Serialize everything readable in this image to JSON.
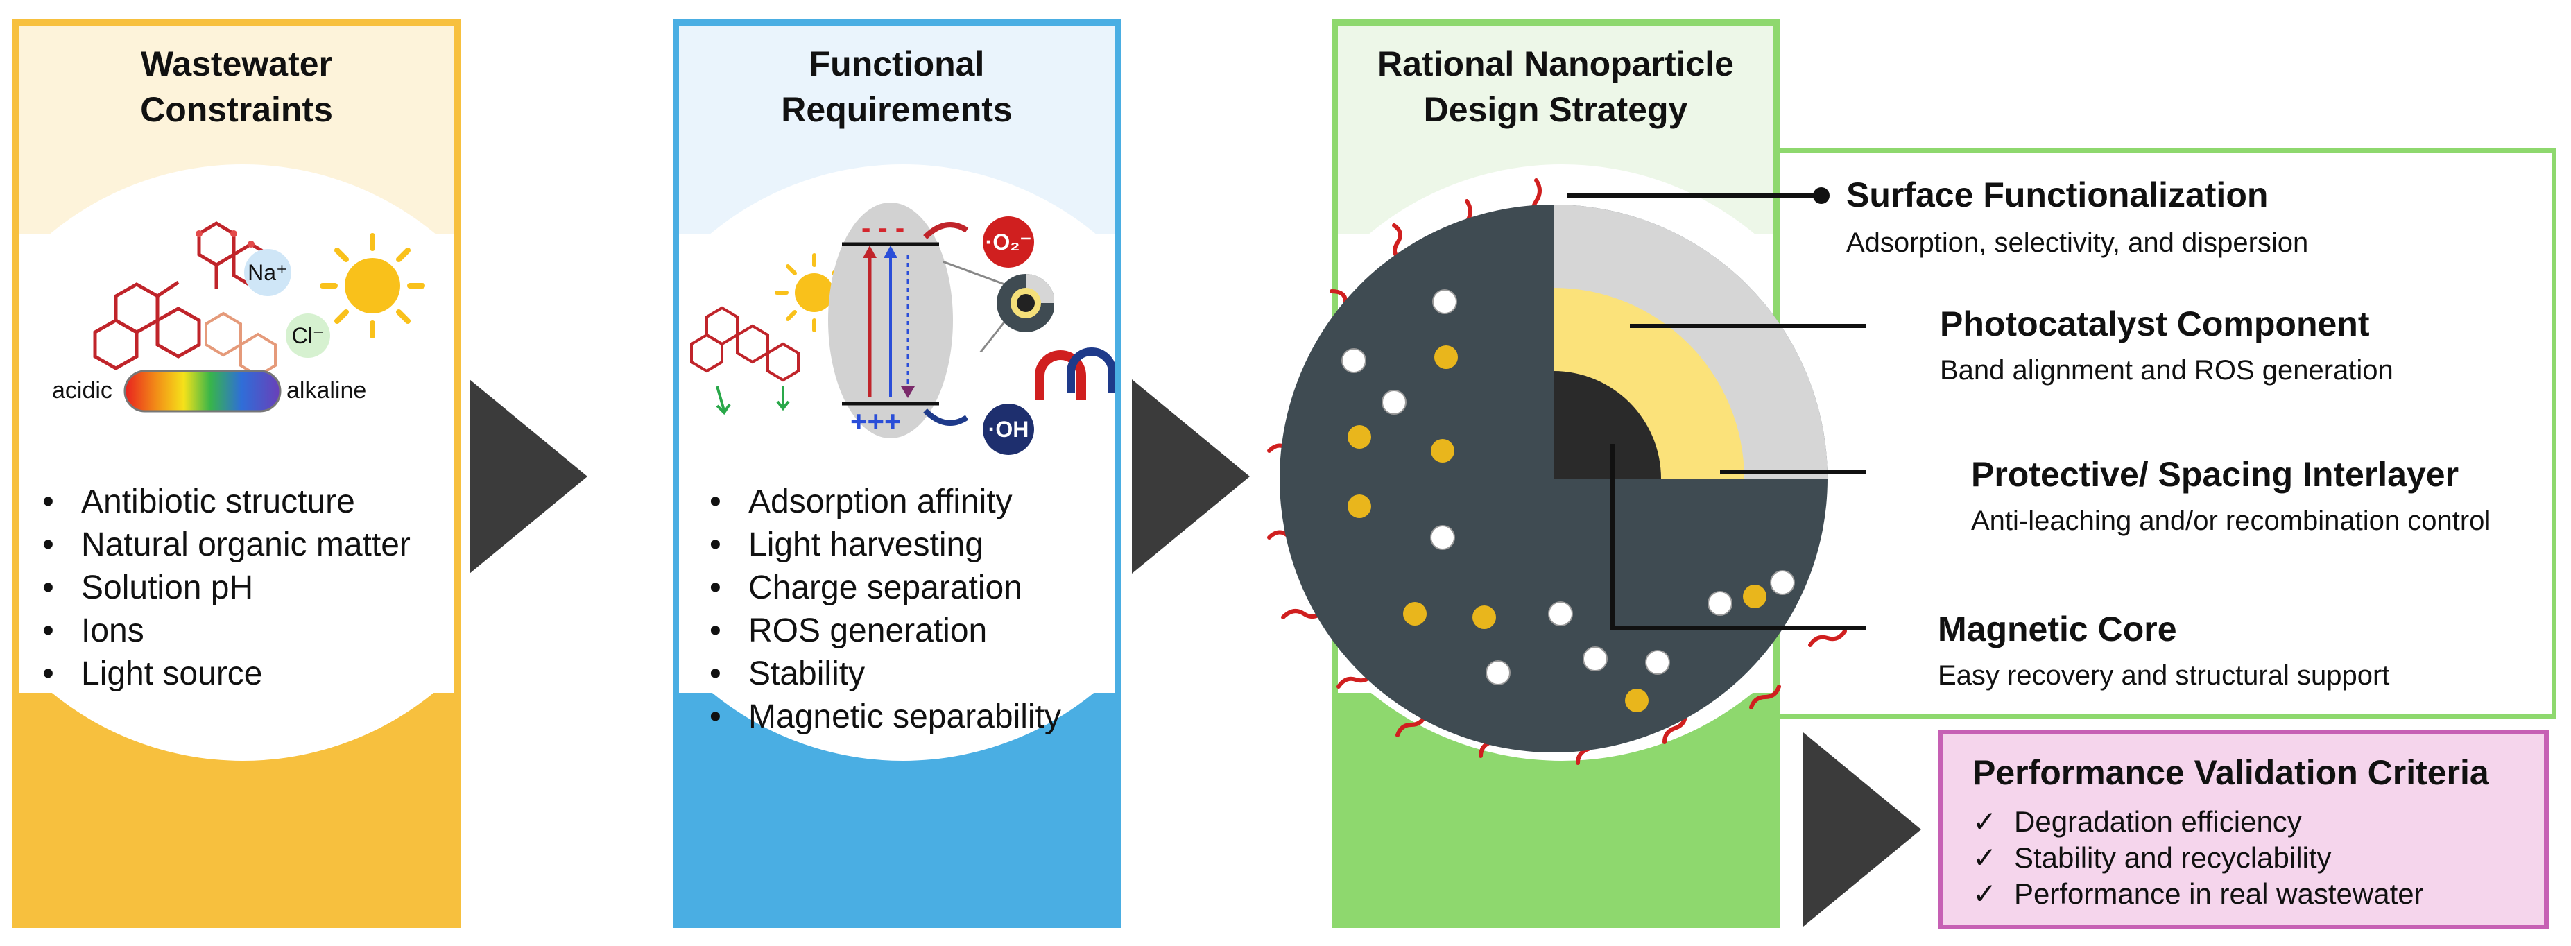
{
  "panel1": {
    "title_line1": "Wastewater",
    "title_line2": "Constraints",
    "color": "#f7c03e",
    "head_color": "#fdf3da",
    "ion_na": "Na⁺",
    "ion_cl": "Cl⁻",
    "ph_left": "acidic",
    "ph_right": "alkaline",
    "bullets": [
      "Antibiotic structure",
      "Natural organic matter",
      "Solution pH",
      "Ions",
      "Light source"
    ]
  },
  "panel2": {
    "title_line1": "Functional",
    "title_line2": "Requirements",
    "color": "#4aaee3",
    "head_color": "#eaf4fc",
    "species_o2": "·O₂⁻",
    "species_oh": "·OH",
    "bullets": [
      "Adsorption affinity",
      "Light harvesting",
      "Charge separation",
      "ROS generation",
      "Stability",
      "Magnetic separability"
    ]
  },
  "panel3": {
    "title_line1": "Rational Nanoparticle",
    "title_line2": "Design Strategy",
    "color": "#8ed86e",
    "head_color": "#edf7e8"
  },
  "layers": [
    {
      "title": "Surface Functionalization",
      "desc": "Adsorption, selectivity, and dispersion"
    },
    {
      "title": "Photocatalyst Component",
      "desc": "Band alignment and ROS generation"
    },
    {
      "title": "Protective/ Spacing Interlayer",
      "desc": "Anti-leaching and/or recombination control"
    },
    {
      "title": "Magnetic Core",
      "desc": "Easy recovery and structural support"
    }
  ],
  "performance": {
    "title": "Performance Validation Criteria",
    "items": [
      "Degradation efficiency",
      "Stability and recyclability",
      "Performance in real wastewater"
    ]
  },
  "icons": [
    "sun-icon",
    "antibiotic-molecule-icon",
    "ph-scale-icon",
    "band-diagram-icon",
    "core-shell-particle-icon",
    "magnet-icon",
    "arrow-icon"
  ]
}
